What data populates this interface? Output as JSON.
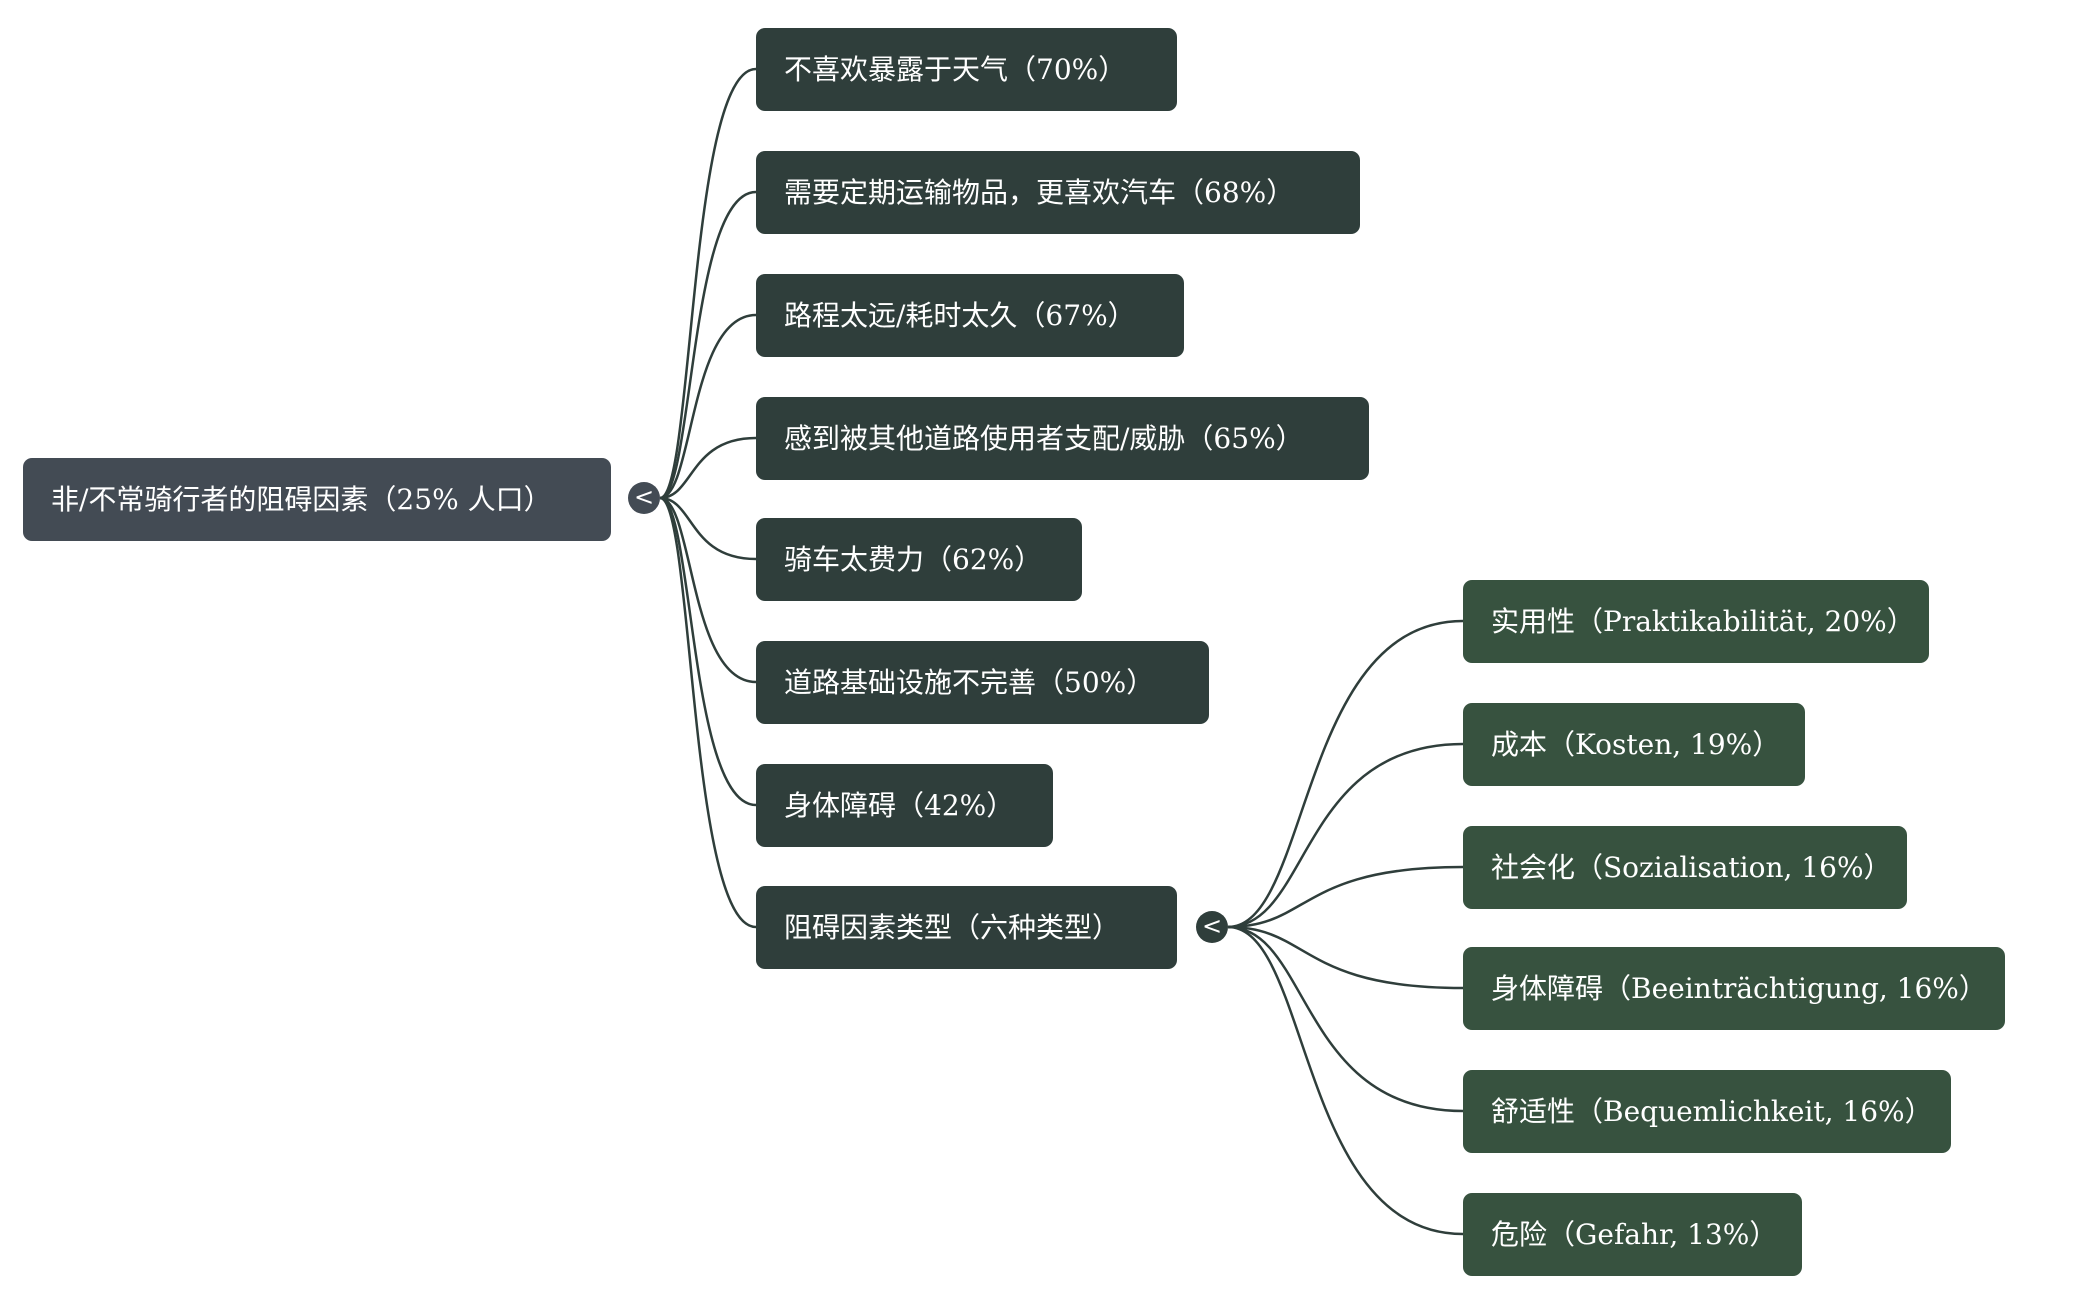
{
  "root": {
    "label": "非/不常骑行者的阻碍因素（25% 人口）"
  },
  "toggle_icon": "<",
  "colors": {
    "root": "#434b54",
    "level1": "#2f3e3b",
    "level2": "#37523f",
    "link": "#2f3e3b"
  },
  "level1": [
    {
      "label": "不喜欢暴露于天气（70%）"
    },
    {
      "label": "需要定期运输物品，更喜欢汽车（68%）"
    },
    {
      "label": "路程太远/耗时太久（67%）"
    },
    {
      "label": "感到被其他道路使用者支配/威胁（65%）"
    },
    {
      "label": "骑车太费力（62%）"
    },
    {
      "label": "道路基础设施不完善（50%）"
    },
    {
      "label": "身体障碍（42%）"
    },
    {
      "label": "阻碍因素类型（六种类型）"
    }
  ],
  "level2": [
    {
      "label": "实用性（Praktikabilität, 20%）"
    },
    {
      "label": "成本（Kosten, 19%）"
    },
    {
      "label": "社会化（Sozialisation, 16%）"
    },
    {
      "label": "身体障碍（Beeinträchtigung, 16%）"
    },
    {
      "label": "舒适性（Bequemlichkeit, 16%）"
    },
    {
      "label": "危险（Gefahr, 13%）"
    }
  ]
}
